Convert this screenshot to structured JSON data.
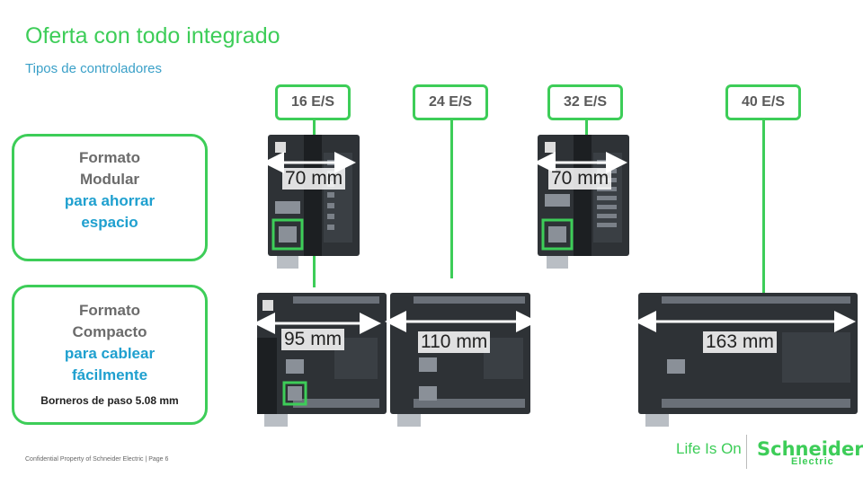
{
  "header": {
    "title": "Oferta con todo integrado",
    "subtitle": "Tipos de controladores"
  },
  "io_tags": [
    "16 E/S",
    "24 E/S",
    "32 E/S",
    "40 E/S"
  ],
  "formats": {
    "modular": {
      "line1": "Formato",
      "line2": "Modular",
      "line3": "para ahorrar",
      "line4": "espacio"
    },
    "compacto": {
      "line1": "Formato",
      "line2": "Compacto",
      "line3": "para cablear",
      "line4": "fácilmente",
      "note": "Borneros de paso 5.08 mm"
    }
  },
  "dimensions": {
    "m16": "70 mm",
    "m32": "70 mm",
    "c16": "95 mm",
    "c24": "110 mm",
    "c40": "163 mm"
  },
  "footer": {
    "text": "Confidential  Property of Schneider  Electric | Page 6"
  },
  "brand": {
    "tagline": "Life Is On",
    "name": "Schneider",
    "sub": "Electric"
  },
  "colors": {
    "accent": "#3dcd58",
    "blue": "#1fa0cf",
    "device": "#2e3236"
  }
}
